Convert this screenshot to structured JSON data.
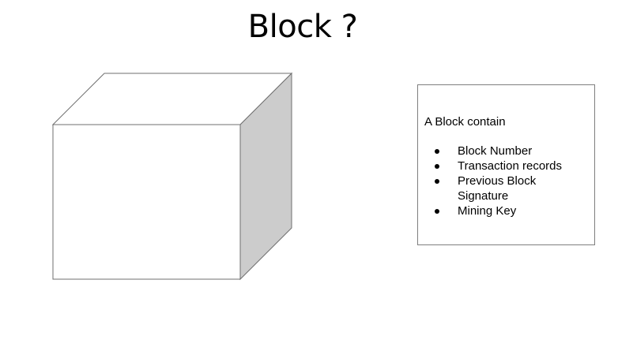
{
  "slide": {
    "title": "Block ?"
  },
  "cube": {
    "front_fill": "#ffffff",
    "top_fill": "#ffffff",
    "side_fill": "#cccccc",
    "stroke": "#6f6f6f"
  },
  "info_box": {
    "heading": "A Block contain",
    "items": [
      "Block Number",
      "Transaction records",
      "Previous Block Signature",
      "Mining Key"
    ]
  }
}
